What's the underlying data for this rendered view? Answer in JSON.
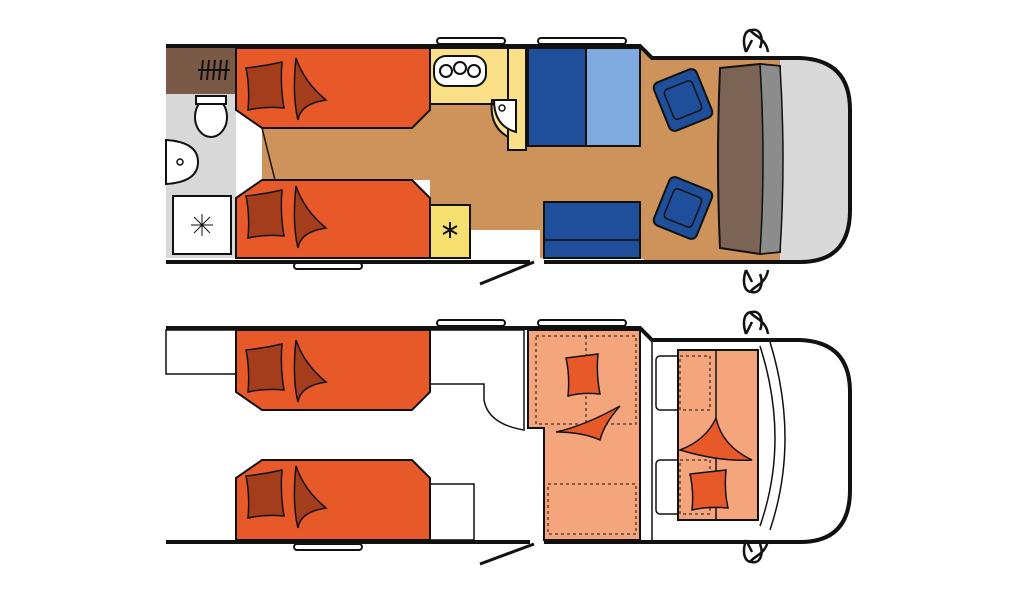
{
  "diagram": {
    "type": "motorhome-floor-plan",
    "views": [
      {
        "name": "day-layout",
        "furnishing": "full"
      },
      {
        "name": "night-layout",
        "furnishing": "beds"
      }
    ],
    "colors": {
      "outline": "#111111",
      "floor": "#cd935a",
      "bed": "#e8592a",
      "bed_dark": "#a43d1b",
      "bed_light": "#f5a57c",
      "bed_light_dark": "#e8592a",
      "bathroom": "#d8d8d8",
      "wardrobe": "#7a5a47",
      "kitchen": "#fbe08a",
      "fridge": "#f7e070",
      "sofa_dark": "#1f4f9a",
      "sofa_light": "#7eaae0",
      "dashboard_brown": "#7b6455",
      "dashboard_grey": "#8c8c8c",
      "windscreen": "#d9d9d9",
      "sink_white": "#ffffff"
    },
    "icons": [
      "snowflake-icon",
      "shower-drain-icon",
      "pillow-icon",
      "blanket-icon"
    ]
  }
}
